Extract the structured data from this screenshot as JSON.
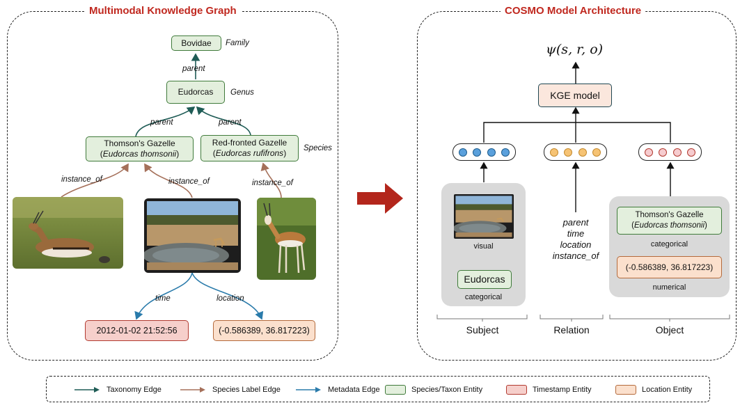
{
  "left_panel": {
    "title": "Multimodal Knowledge Graph",
    "nodes": {
      "family": "Bovidae",
      "genus": "Eudorcas",
      "species1_line1": "Thomson's Gazelle",
      "species1_line2": "Eudorcas thomsonii",
      "species2_line1": "Red-fronted Gazelle",
      "species2_line2": "Eudorcas rufifrons",
      "timestamp": "2012-01-02 21:52:56",
      "location": "(-0.586389, 36.817223)"
    },
    "levels": {
      "family": "Family",
      "genus": "Genus",
      "species": "Species"
    },
    "edges": {
      "parent": "parent",
      "instance_of": "instance_of",
      "time": "time",
      "location": "location"
    }
  },
  "right_panel": {
    "title": "COSMO Model Architecture",
    "score": "ψ(s, r, o)",
    "kge": "KGE model",
    "subject": {
      "caption_visual": "visual",
      "entity": "Eudorcas",
      "caption_cat": "categorical",
      "label": "Subject"
    },
    "relation": {
      "items": [
        "parent",
        "time",
        "location",
        "instance_of"
      ],
      "label": "Relation"
    },
    "object": {
      "entity_line1": "Thomson's Gazelle",
      "entity_line2": "Eudorcas thomsonii",
      "caption_cat": "categorical",
      "numeric": "(-0.586389, 36.817223)",
      "caption_num": "numerical",
      "label": "Object"
    }
  },
  "legend": {
    "items": [
      {
        "label": "Taxonomy Edge",
        "kind": "arrow",
        "color": "#1f5c56"
      },
      {
        "label": "Species Label Edge",
        "kind": "arrow",
        "color": "#a5705a"
      },
      {
        "label": "Metadata Edge",
        "kind": "arrow",
        "color": "#2a7bab"
      },
      {
        "label": "Species/Taxon Entity",
        "kind": "box",
        "fill": "#e3efdd",
        "stroke": "#3f7a3a"
      },
      {
        "label": "Timestamp Entity",
        "kind": "box",
        "fill": "#f6cfcb",
        "stroke": "#b23a30"
      },
      {
        "label": "Location Entity",
        "kind": "box",
        "fill": "#fbe0cd",
        "stroke": "#b46a3b"
      }
    ]
  },
  "colors": {
    "taxonomy": "#1f5c56",
    "species_label": "#a5705a",
    "metadata": "#2a7bab",
    "title": "#c0281f",
    "arrow_big": "#b3261c",
    "subject_dot": "#5aa0dc",
    "relation_dot": "#f6c374",
    "object_dot": "#f6cccf"
  }
}
